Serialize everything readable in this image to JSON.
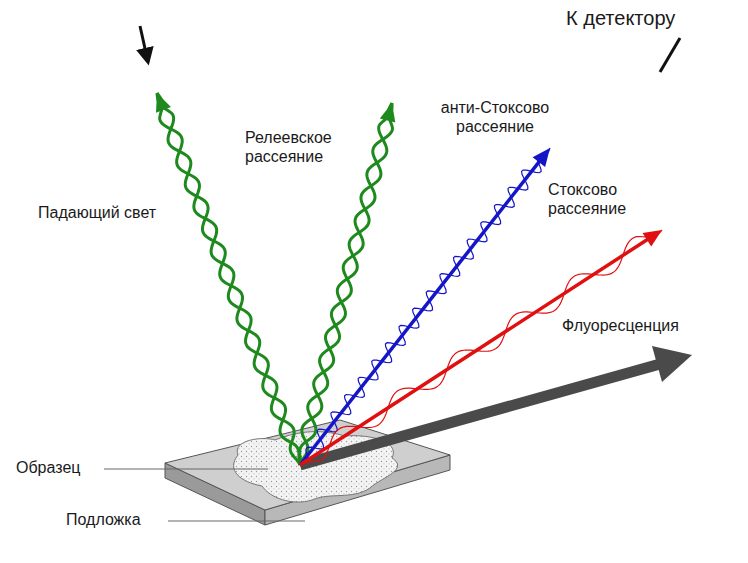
{
  "diagram": {
    "labels": [
      "К детектору",
      "Падающий свет",
      "Релеевское рассеяние",
      "анти-Стоксово рассеяние",
      "Стоксово рассеяние",
      "Флуоресценция",
      "Образец",
      "Подложка"
    ]
  }
}
